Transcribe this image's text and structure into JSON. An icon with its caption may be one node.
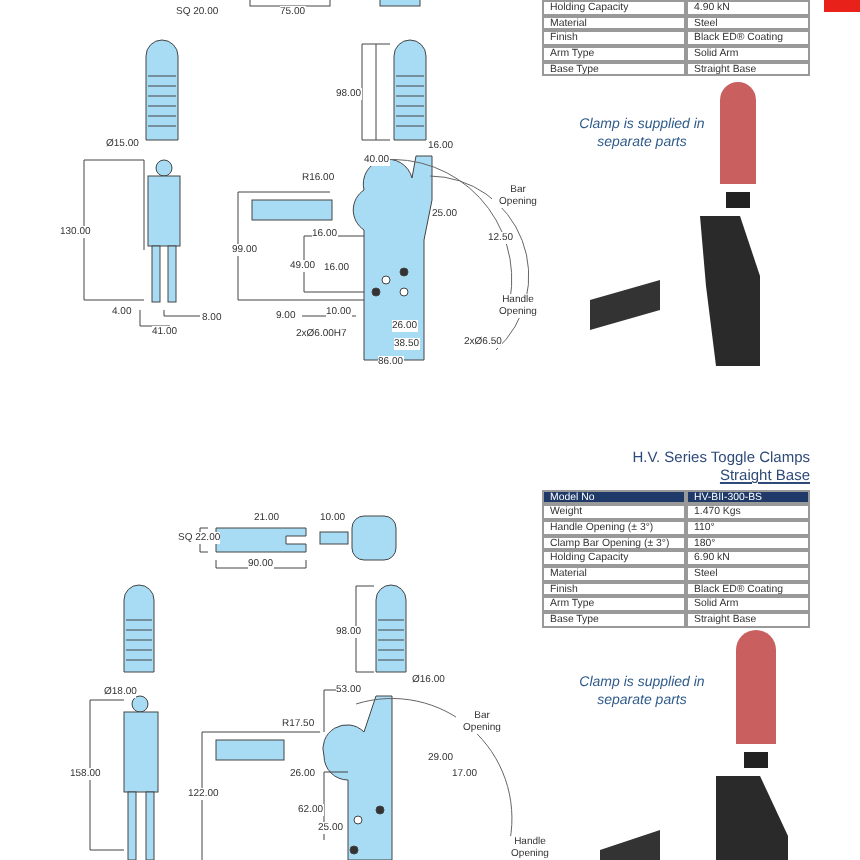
{
  "diagram": {
    "labels": [
      "Holding Capacity",
      "4.90 kN",
      "Material",
      "Steel",
      "Finish",
      "Black ED® Coating",
      "Arm Type",
      "Solid Arm",
      "Base Type",
      "Straight Base",
      "SQ 20.00",
      "75.00",
      "98.00",
      "Ø15.00",
      "16.00",
      "130.00",
      "4.00",
      "8.00",
      "41.00",
      "40.00",
      "R16.00",
      "25.00",
      "Bar Opening",
      "16.00",
      "12.50",
      "99.00",
      "49.00",
      "16.00",
      "Handle Opening",
      "9.00",
      "10.00",
      "26.00",
      "2xØ6.00H7",
      "38.50",
      "2xØ6.50",
      "86.00",
      "Clamp is supplied in separate parts",
      "H.V. Series Toggle Clamps",
      "Straight Base",
      "Model No",
      "HV-BII-300-BS",
      "Weight",
      "1.470 Kgs",
      "Handle Opening (± 3°)",
      "110°",
      "Clamp Bar Opening (± 3°)",
      "180°",
      "Holding Capacity",
      "6.90 kN",
      "Material",
      "Steel",
      "Finish",
      "Black ED® Coating",
      "Arm Type",
      "Solid Arm",
      "Base Type",
      "Straight Base",
      "21.00",
      "10.00",
      "SQ 22.00",
      "90.00",
      "98.00",
      "Ø16.00",
      "Ø18.00",
      "53.00",
      "R17.50",
      "Bar Opening",
      "29.00",
      "158.00",
      "26.00",
      "17.00",
      "122.00",
      "62.00",
      "25.00",
      "Handle Opening",
      "Clamp is supplied in separate parts"
    ]
  }
}
